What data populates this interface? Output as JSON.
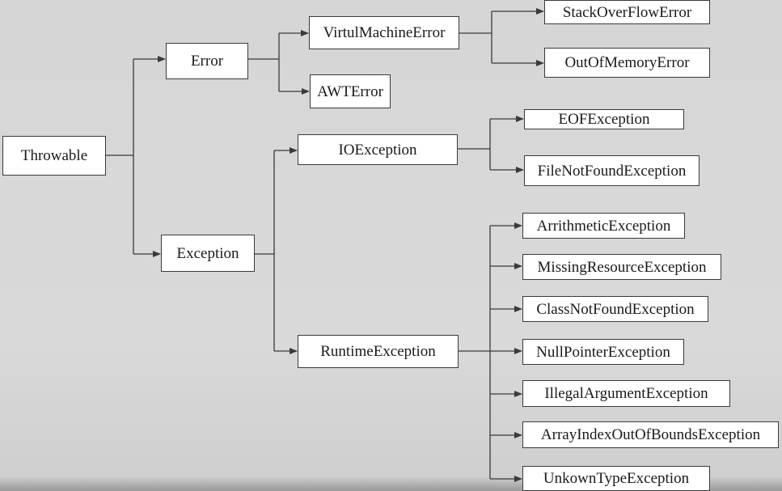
{
  "diagram": {
    "root": "Throwable",
    "error": {
      "label": "Error",
      "virtual_machine_error": "VirtulMachineError",
      "stack_over_flow_error": "StackOverFlowError",
      "out_of_memory_error": "OutOfMemoryError",
      "awt_error": "AWTError"
    },
    "exception": {
      "label": "Exception",
      "io_exception": "IOException",
      "eof_exception": "EOFException",
      "file_not_found_exception": "FileNotFoundException",
      "runtime_exception": "RuntimeException",
      "arithmetic_exception": "ArrithmeticException",
      "missing_resource_exception": "MissingResourceException",
      "class_not_found_exception": "ClassNotFoundException",
      "null_pointer_exception": "NullPointerException",
      "illegal_argument_exception": "IllegalArgumentException",
      "array_index_out_of_bounds_exception": "ArrayIndexOutOfBoundsException",
      "unkown_type_exception": "UnkownTypeException"
    }
  },
  "colors": {
    "background": "#d9d9d9",
    "box_fill": "#ffffff",
    "line": "#3a3a3a"
  }
}
